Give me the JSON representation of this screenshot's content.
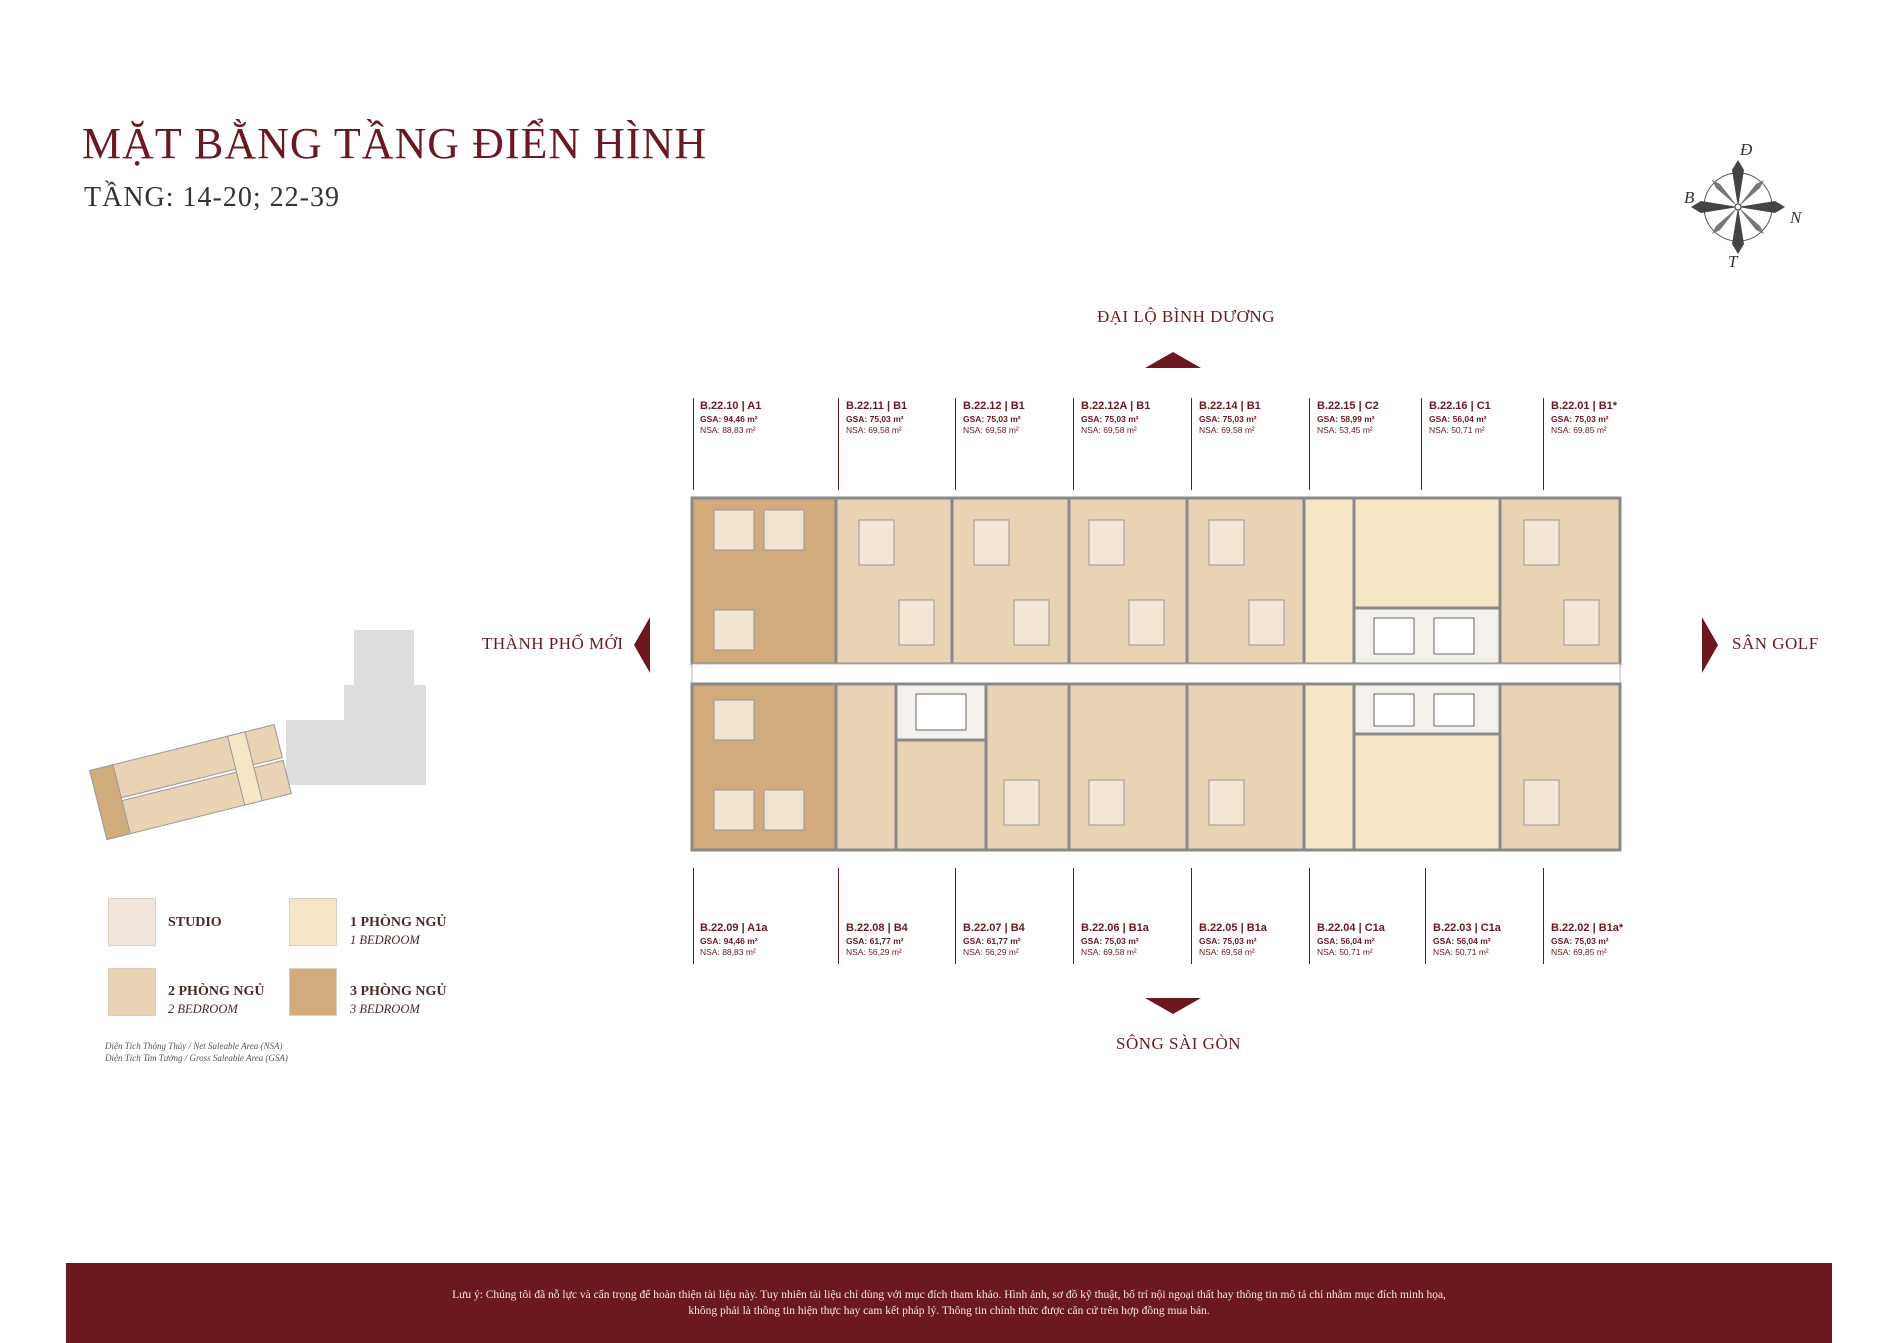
{
  "header": {
    "title": "MẶT BẰNG TẦNG ĐIỂN HÌNH",
    "subtitle": "TẦNG: 14-20; 22-39"
  },
  "compass": {
    "north": "N",
    "south": "T",
    "east": "Đ",
    "west": "B"
  },
  "directions": {
    "top": "ĐẠI LỘ BÌNH DƯƠNG",
    "bottom": "SÔNG SÀI GÒN",
    "left": "THÀNH PHỐ MỚI",
    "right": "SÂN GOLF"
  },
  "units_top": [
    {
      "code": "B.22.10 | A1",
      "gsa": "GSA: 94,46 m²",
      "nsa": "NSA: 88,83 m²"
    },
    {
      "code": "B.22.11 | B1",
      "gsa": "GSA: 75,03 m²",
      "nsa": "NSA: 69,58 m²"
    },
    {
      "code": "B.22.12 | B1",
      "gsa": "GSA: 75,03 m²",
      "nsa": "NSA: 69,58 m²"
    },
    {
      "code": "B.22.12A | B1",
      "gsa": "GSA: 75,03 m²",
      "nsa": "NSA: 69,58 m²"
    },
    {
      "code": "B.22.14 | B1",
      "gsa": "GSA: 75,03 m²",
      "nsa": "NSA: 69,58 m²"
    },
    {
      "code": "B.22.15 | C2",
      "gsa": "GSA: 58,99 m²",
      "nsa": "NSA: 53,45 m²"
    },
    {
      "code": "B.22.16 | C1",
      "gsa": "GSA: 56,04 m²",
      "nsa": "NSA: 50,71 m²"
    },
    {
      "code": "B.22.01 | B1*",
      "gsa": "GSA: 75,03 m²",
      "nsa": "NSA: 69,85 m²"
    }
  ],
  "units_bottom": [
    {
      "code": "B.22.09 | A1a",
      "gsa": "GSA: 94,46 m²",
      "nsa": "NSA: 88,83 m²"
    },
    {
      "code": "B.22.08 | B4",
      "gsa": "GSA: 61,77 m²",
      "nsa": "NSA: 56,29 m²"
    },
    {
      "code": "B.22.07 | B4",
      "gsa": "GSA: 61,77 m²",
      "nsa": "NSA: 56,29 m²"
    },
    {
      "code": "B.22.06 | B1a",
      "gsa": "GSA: 75,03 m²",
      "nsa": "NSA: 69,58 m²"
    },
    {
      "code": "B.22.05 | B1a",
      "gsa": "GSA: 75,03 m²",
      "nsa": "NSA: 69,58 m²"
    },
    {
      "code": "B.22.04 | C1a",
      "gsa": "GSA: 56,04 m²",
      "nsa": "NSA: 50,71 m²"
    },
    {
      "code": "B.22.03 | C1a",
      "gsa": "GSA: 56,04 m²",
      "nsa": "NSA: 50,71 m²"
    },
    {
      "code": "B.22.02 | B1a*",
      "gsa": "GSA: 75,03 m²",
      "nsa": "NSA: 69,85 m²"
    }
  ],
  "legend": {
    "studio": {
      "label": "STUDIO",
      "color": "#f2e5dc"
    },
    "one_bed": {
      "label": "1 PHÒNG NGỦ",
      "sub": "1 BEDROOM",
      "color": "#f5e6c6"
    },
    "two_bed": {
      "label": "2 PHÒNG NGỦ",
      "sub": "2 BEDROOM",
      "color": "#e8d3b5"
    },
    "three_bed": {
      "label": "3 PHÒNG NGỦ",
      "sub": "3 BEDROOM",
      "color": "#d2ab7d"
    }
  },
  "area_notes": {
    "nsa": "Diện Tích Thông Thủy / Net Saleable Area (NSA)",
    "gsa": "Diện Tích Tim Tường / Gross Saleable Area (GSA)"
  },
  "footer": {
    "line1": "Lưu ý: Chúng tôi đã nỗ lực và cẩn trọng để hoàn thiện tài liệu này. Tuy nhiên tài liệu chỉ dùng với mục đích tham khảo. Hình ảnh, sơ đồ kỹ thuật, bố trí nội ngoại thất hay thông tin mô tả chỉ nhằm mục đích minh họa,",
    "line2": "không phải là thông tin hiện thực hay cam kết pháp lý. Thông tin chính thức được căn cứ trên hợp đồng mua bán."
  },
  "colors": {
    "accent": "#6b1820",
    "three_bed": "#d2ab7d",
    "two_bed": "#e8d3b5",
    "one_bed": "#f5e6c6",
    "studio": "#f2e5dc",
    "wall": "#8a8a8a"
  }
}
